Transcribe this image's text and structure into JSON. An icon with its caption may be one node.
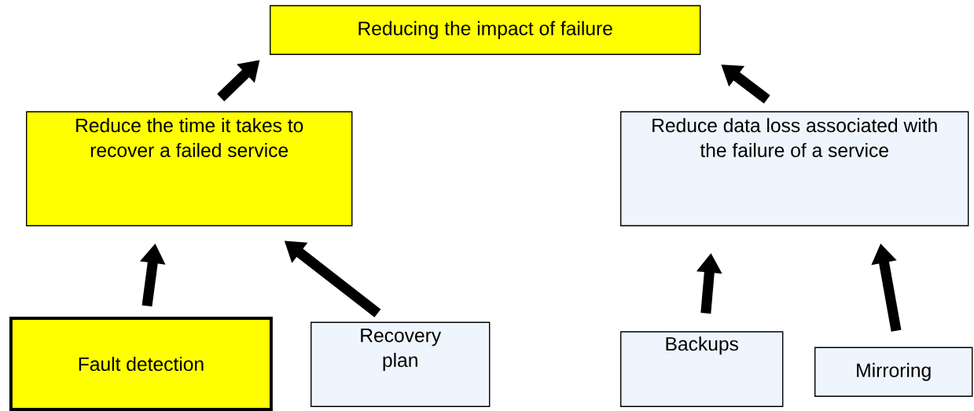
{
  "diagram": {
    "nodes": [
      {
        "text": [
          "Reducing the impact of failure"
        ]
      },
      {
        "text": [
          "Reduce the time it takes to recover a failed service"
        ]
      },
      {
        "text": [
          "Reduce data loss associated with the failure of a service"
        ]
      },
      {
        "text": [
          "Fault detection"
        ]
      },
      {
        "text": [
          "Recovery plan"
        ]
      },
      {
        "text": [
          "Backups"
        ]
      },
      {
        "text": [
          "Mirroring"
        ]
      }
    ],
    "edges": [
      {
        "from": 1,
        "to": 0,
        "arrow": "to"
      },
      {
        "from": 2,
        "to": 0,
        "arrow": "to"
      },
      {
        "from": 3,
        "to": 1,
        "arrow": "to"
      },
      {
        "from": 4,
        "to": 1,
        "arrow": "to"
      },
      {
        "from": 5,
        "to": 2,
        "arrow": "to"
      },
      {
        "from": 6,
        "to": 2,
        "arrow": "to"
      }
    ]
  }
}
